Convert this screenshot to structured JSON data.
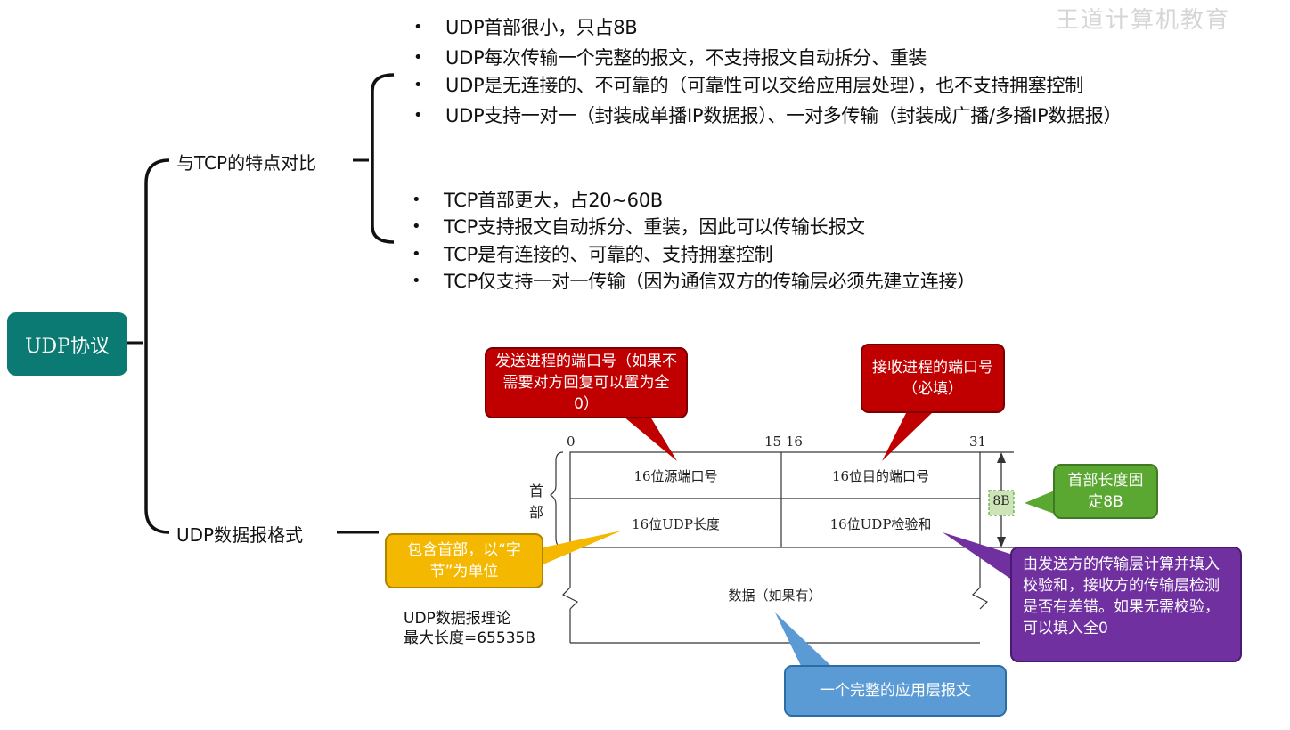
{
  "root": {
    "label": "UDP协议"
  },
  "branches": [
    {
      "label": "与TCP的特点对比"
    },
    {
      "label": "UDP数据报格式"
    }
  ],
  "udp_points": [
    "UDP首部很小，只占8B",
    "UDP每次传输一个完整的报文，不支持报文自动拆分、重装",
    "UDP是无连接的、不可靠的（可靠性可以交给应用层处理），也不支持拥塞控制",
    "UDP支持一对一（封装成单播IP数据报）、一对多传输（封装成广播/多播IP数据报）"
  ],
  "tcp_points": [
    "TCP首部更大，占20~60B",
    "TCP支持报文自动拆分、重装，因此可以传输长报文",
    "TCP是有连接的、可靠的、支持拥塞控制",
    "TCP仅支持一对一传输（因为通信双方的传输层必须先建立连接）"
  ],
  "bullet_symbol": "•",
  "datagram": {
    "bit_labels": [
      "0",
      "15 16",
      "31"
    ],
    "header_label": "首\n部",
    "fields": [
      "16位源端口号",
      "16位目的端口号",
      "16位UDP长度",
      "16位UDP检验和"
    ],
    "data_label": "数据（如果有）",
    "size_badge": "8B"
  },
  "callouts": {
    "src_port": "发送进程的端口号（如果不需要对方回复可以置为全0）",
    "dst_port": "接收进程的端口号（必填）",
    "header_len": "首部长度固定8B",
    "length": "包含首部，以“字节”为单位",
    "checksum": "由发送方的传输层计算并填入校验和，接收方的传输层检测是否有差错。如果无需校验，可以填入全0",
    "data": "一个完整的应用层报文"
  },
  "max_length_note": "UDP数据报理论\n最大长度=65535B",
  "watermark": "王道计算机教育",
  "colors": {
    "root": "#0b7a72",
    "red_callout": "#c00000",
    "green_callout": "#5aa832",
    "yellow_callout": "#f5b800",
    "purple_callout": "#7030a0",
    "blue_callout": "#5b9bd5"
  }
}
